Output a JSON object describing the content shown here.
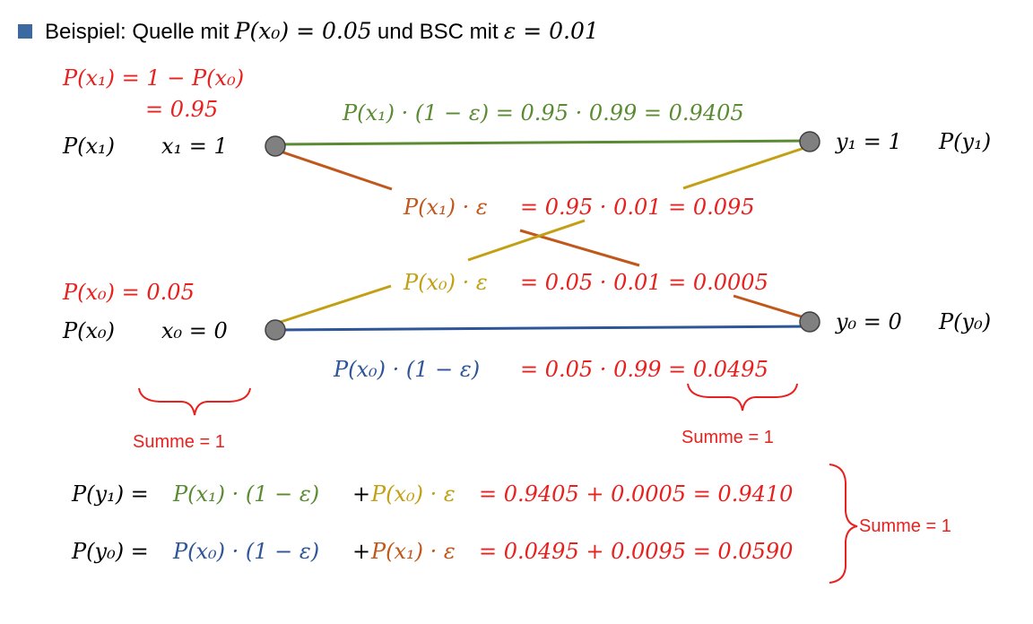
{
  "colors": {
    "red": "#e8201e",
    "green": "#5a8a32",
    "orange": "#c0571b",
    "gold": "#c2a014",
    "blue": "#2e5597",
    "black": "#000000",
    "bullet": "#3c6aa0",
    "node": "#808080"
  },
  "header": {
    "intro": "Beispiel: Quelle mit",
    "p_x0_eq": "P(x₀) = 0.05",
    "connector": "und BSC mit",
    "eps_eq": "ε = 0.01"
  },
  "left": {
    "px1_formula": "P(x₁) = 1 − P(x₀)",
    "px1_value": "= 0.95",
    "px1_label": "P(x₁)",
    "x1_label": "x₁ = 1",
    "px0_value": "P(x₀) = 0.05",
    "px0_label": "P(x₀)",
    "x0_label": "x₀ = 0"
  },
  "right": {
    "y1_label": "y₁ = 1",
    "py1_label": "P(y₁)",
    "y0_label": "y₀ = 0",
    "py0_label": "P(y₀)"
  },
  "edges": {
    "e11_term": "P(x₁) · (1 − ε) = 0.95 · 0.99 = 0.9405",
    "e10_term": "P(x₁) · ε",
    "e10_value": "= 0.95 · 0.01 = 0.095",
    "e01_term": "P(x₀) · ε",
    "e01_value": "= 0.05 · 0.01 = 0.0005",
    "e00_term": "P(x₀) · (1 − ε)",
    "e00_value": "= 0.05 · 0.99 = 0.0495"
  },
  "sums": {
    "left": "Summe = 1",
    "right": "Summe = 1",
    "bottom": "Summe = 1"
  },
  "equations": {
    "py1_lhs": "P(y₁) =",
    "py1_t1": "P(x₁) · (1 − ε)",
    "plus1": "+",
    "py1_t2": "P(x₀) · ε",
    "py1_rhs": "= 0.9405 + 0.0005 = 0.9410",
    "py0_lhs": "P(y₀) =",
    "py0_t1": "P(x₀) · (1 − ε)",
    "plus2": "+",
    "py0_t2": "P(x₁) · ε",
    "py0_rhs": "= 0.0495 + 0.0095 = 0.0590"
  }
}
